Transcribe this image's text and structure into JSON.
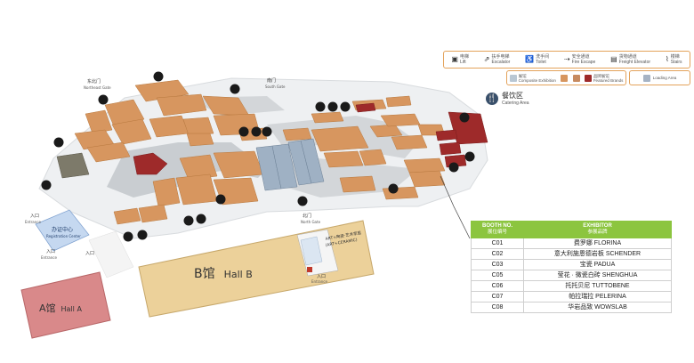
{
  "legend_facilities": [
    {
      "cn": "电梯",
      "en": "Lift",
      "icon": "▣"
    },
    {
      "cn": "扶手电梯",
      "en": "Escalator",
      "icon": "⇗"
    },
    {
      "cn": "洗手间",
      "en": "Toilet",
      "icon": "♿"
    },
    {
      "cn": "安全通道",
      "en": "Fire Escape",
      "icon": "⇢"
    },
    {
      "cn": "货物通道",
      "en": "Freight Elevator",
      "icon": "▤"
    },
    {
      "cn": "楼梯",
      "en": "Stairs",
      "icon": "⌇"
    }
  ],
  "legend_booths": [
    {
      "cn": "展馆",
      "en": "Composite Exhibition",
      "color": "#b9c7d3"
    },
    {
      "cn": "",
      "en": "",
      "color": "#d7965f"
    },
    {
      "cn": "",
      "en": "",
      "color": "#c78a60"
    },
    {
      "cn": "品牌展馆",
      "en": "Featured Brands",
      "color": "#9e2a2a"
    }
  ],
  "legend_extra": {
    "cn": "",
    "en": "Loading Area",
    "color": "#a6b3c4"
  },
  "catering": {
    "cn": "餐饮区",
    "en": "Catering Area",
    "icon": "🍴"
  },
  "gates": {
    "northeast": "东北门",
    "northeast_en": "Northeast Gate",
    "south": "南门",
    "south_en": "South Gate",
    "north": "北门",
    "north_en": "North Gate"
  },
  "entrances": {
    "cn": "入口",
    "en": "Entrance"
  },
  "registration": {
    "cn": "办证中心",
    "en": "Registration Center"
  },
  "hall_a": {
    "cn": "A馆",
    "en": "Hall A"
  },
  "hall_b": {
    "cn": "B馆",
    "en": "Hall B"
  },
  "art_stand": {
    "cn": "ART+陶瓷·艺术家居",
    "en": "(ART+CERAMIC)"
  },
  "table": {
    "header_booth": "BOOTH NO.",
    "header_booth_cn": "展位编号",
    "header_exhibitor": "EXHIBITOR",
    "header_exhibitor_cn": "参展品牌",
    "rows": [
      {
        "booth": "C01",
        "exhibitor": "费罗娜 FLORINA"
      },
      {
        "booth": "C02",
        "exhibitor": "意大利施恩德岩板 SCHENDER"
      },
      {
        "booth": "C03",
        "exhibitor": "宝瓷 PADUA"
      },
      {
        "booth": "C05",
        "exhibitor": "莹花 · 微瓷白砖 SHENGHUA"
      },
      {
        "booth": "C06",
        "exhibitor": "托托贝尼 TUTTOBENE"
      },
      {
        "booth": "C07",
        "exhibitor": "帕拉瑞拉 PELERINA"
      },
      {
        "booth": "C08",
        "exhibitor": "华岩品致 WOWSLAB"
      }
    ]
  }
}
